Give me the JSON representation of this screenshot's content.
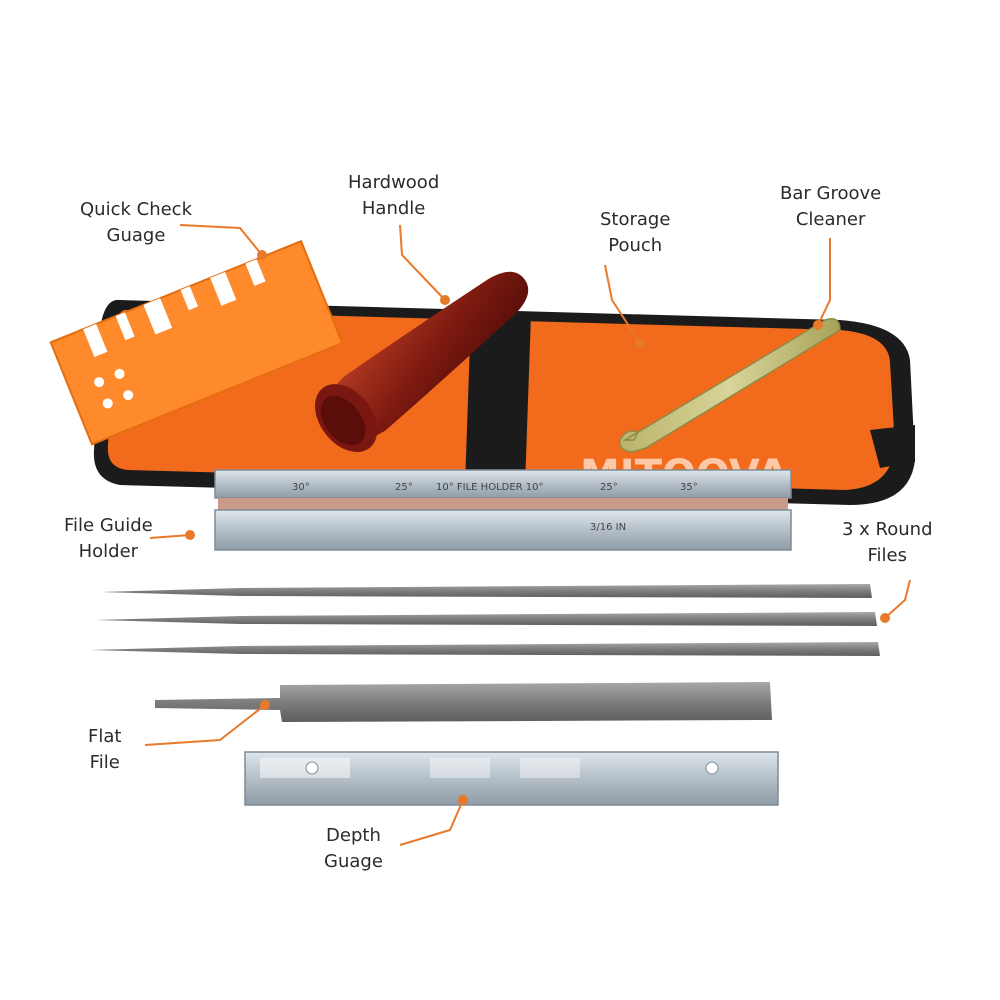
{
  "labels": {
    "quick_check": {
      "line1": "Quick Check",
      "line2": "Guage"
    },
    "handle": {
      "line1": "Hardwood",
      "line2": "Handle"
    },
    "pouch": {
      "line1": "Storage",
      "line2": "Pouch"
    },
    "groove": {
      "line1": "Bar Groove",
      "line2": "Cleaner"
    },
    "file_guide": {
      "line1": "File Guide",
      "line2": "Holder"
    },
    "round_files": {
      "line1": "3 x Round",
      "line2": "Files"
    },
    "flat_file": {
      "line1": "Flat",
      "line2": "File"
    },
    "depth_gauge": {
      "line1": "Depth",
      "line2": "Guage"
    }
  },
  "pouch_brand": "MITOOVA",
  "file_holder_marks": [
    "30°",
    "25°",
    "10° FILE HOLDER 10°",
    "25°",
    "35°"
  ],
  "file_holder_size": "3/16 IN",
  "colors": {
    "orange": "#f26b1d",
    "leader": "#e8792a",
    "wood": "#8a1f14",
    "steel": "#b9c3cb",
    "file": "#8c8c8c"
  }
}
